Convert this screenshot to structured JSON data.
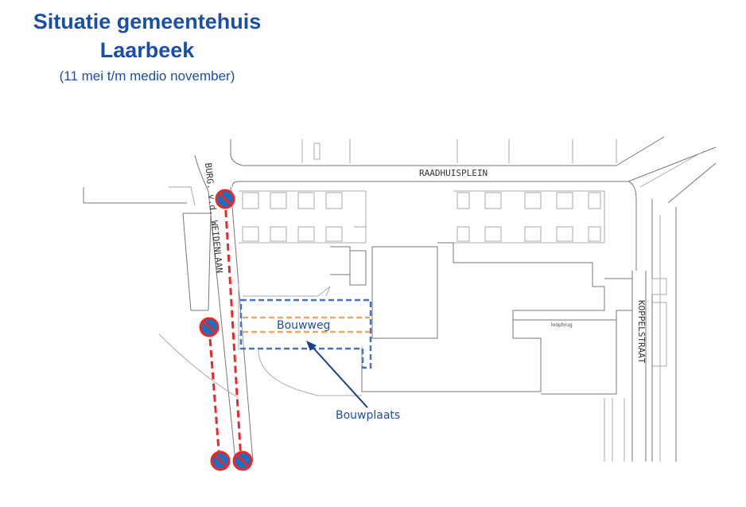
{
  "header": {
    "title_line1": "Situatie gemeentehuis",
    "title_line2": "Laarbeek",
    "subtitle": "(11 mei t/m medio november)"
  },
  "map": {
    "streets": {
      "raadhuisplein": "RAADHUISPLEIN",
      "burg": "BURG. v.d. WEIDENLAAN",
      "koppelstraat": "KOPPELSTRAAT"
    },
    "building_label": "loopbrug",
    "bouwweg_label": "Bouwweg",
    "bouwplaats_label": "Bouwplaats",
    "colors": {
      "accent": "#1a4fa8",
      "bouwplaats": "#4472c4",
      "bouwweg": "#f4a460",
      "no_parking_line": "#e8282b"
    },
    "signs": [
      "no-parking-sign",
      "no-parking-sign",
      "no-parking-sign",
      "no-parking-sign"
    ]
  }
}
